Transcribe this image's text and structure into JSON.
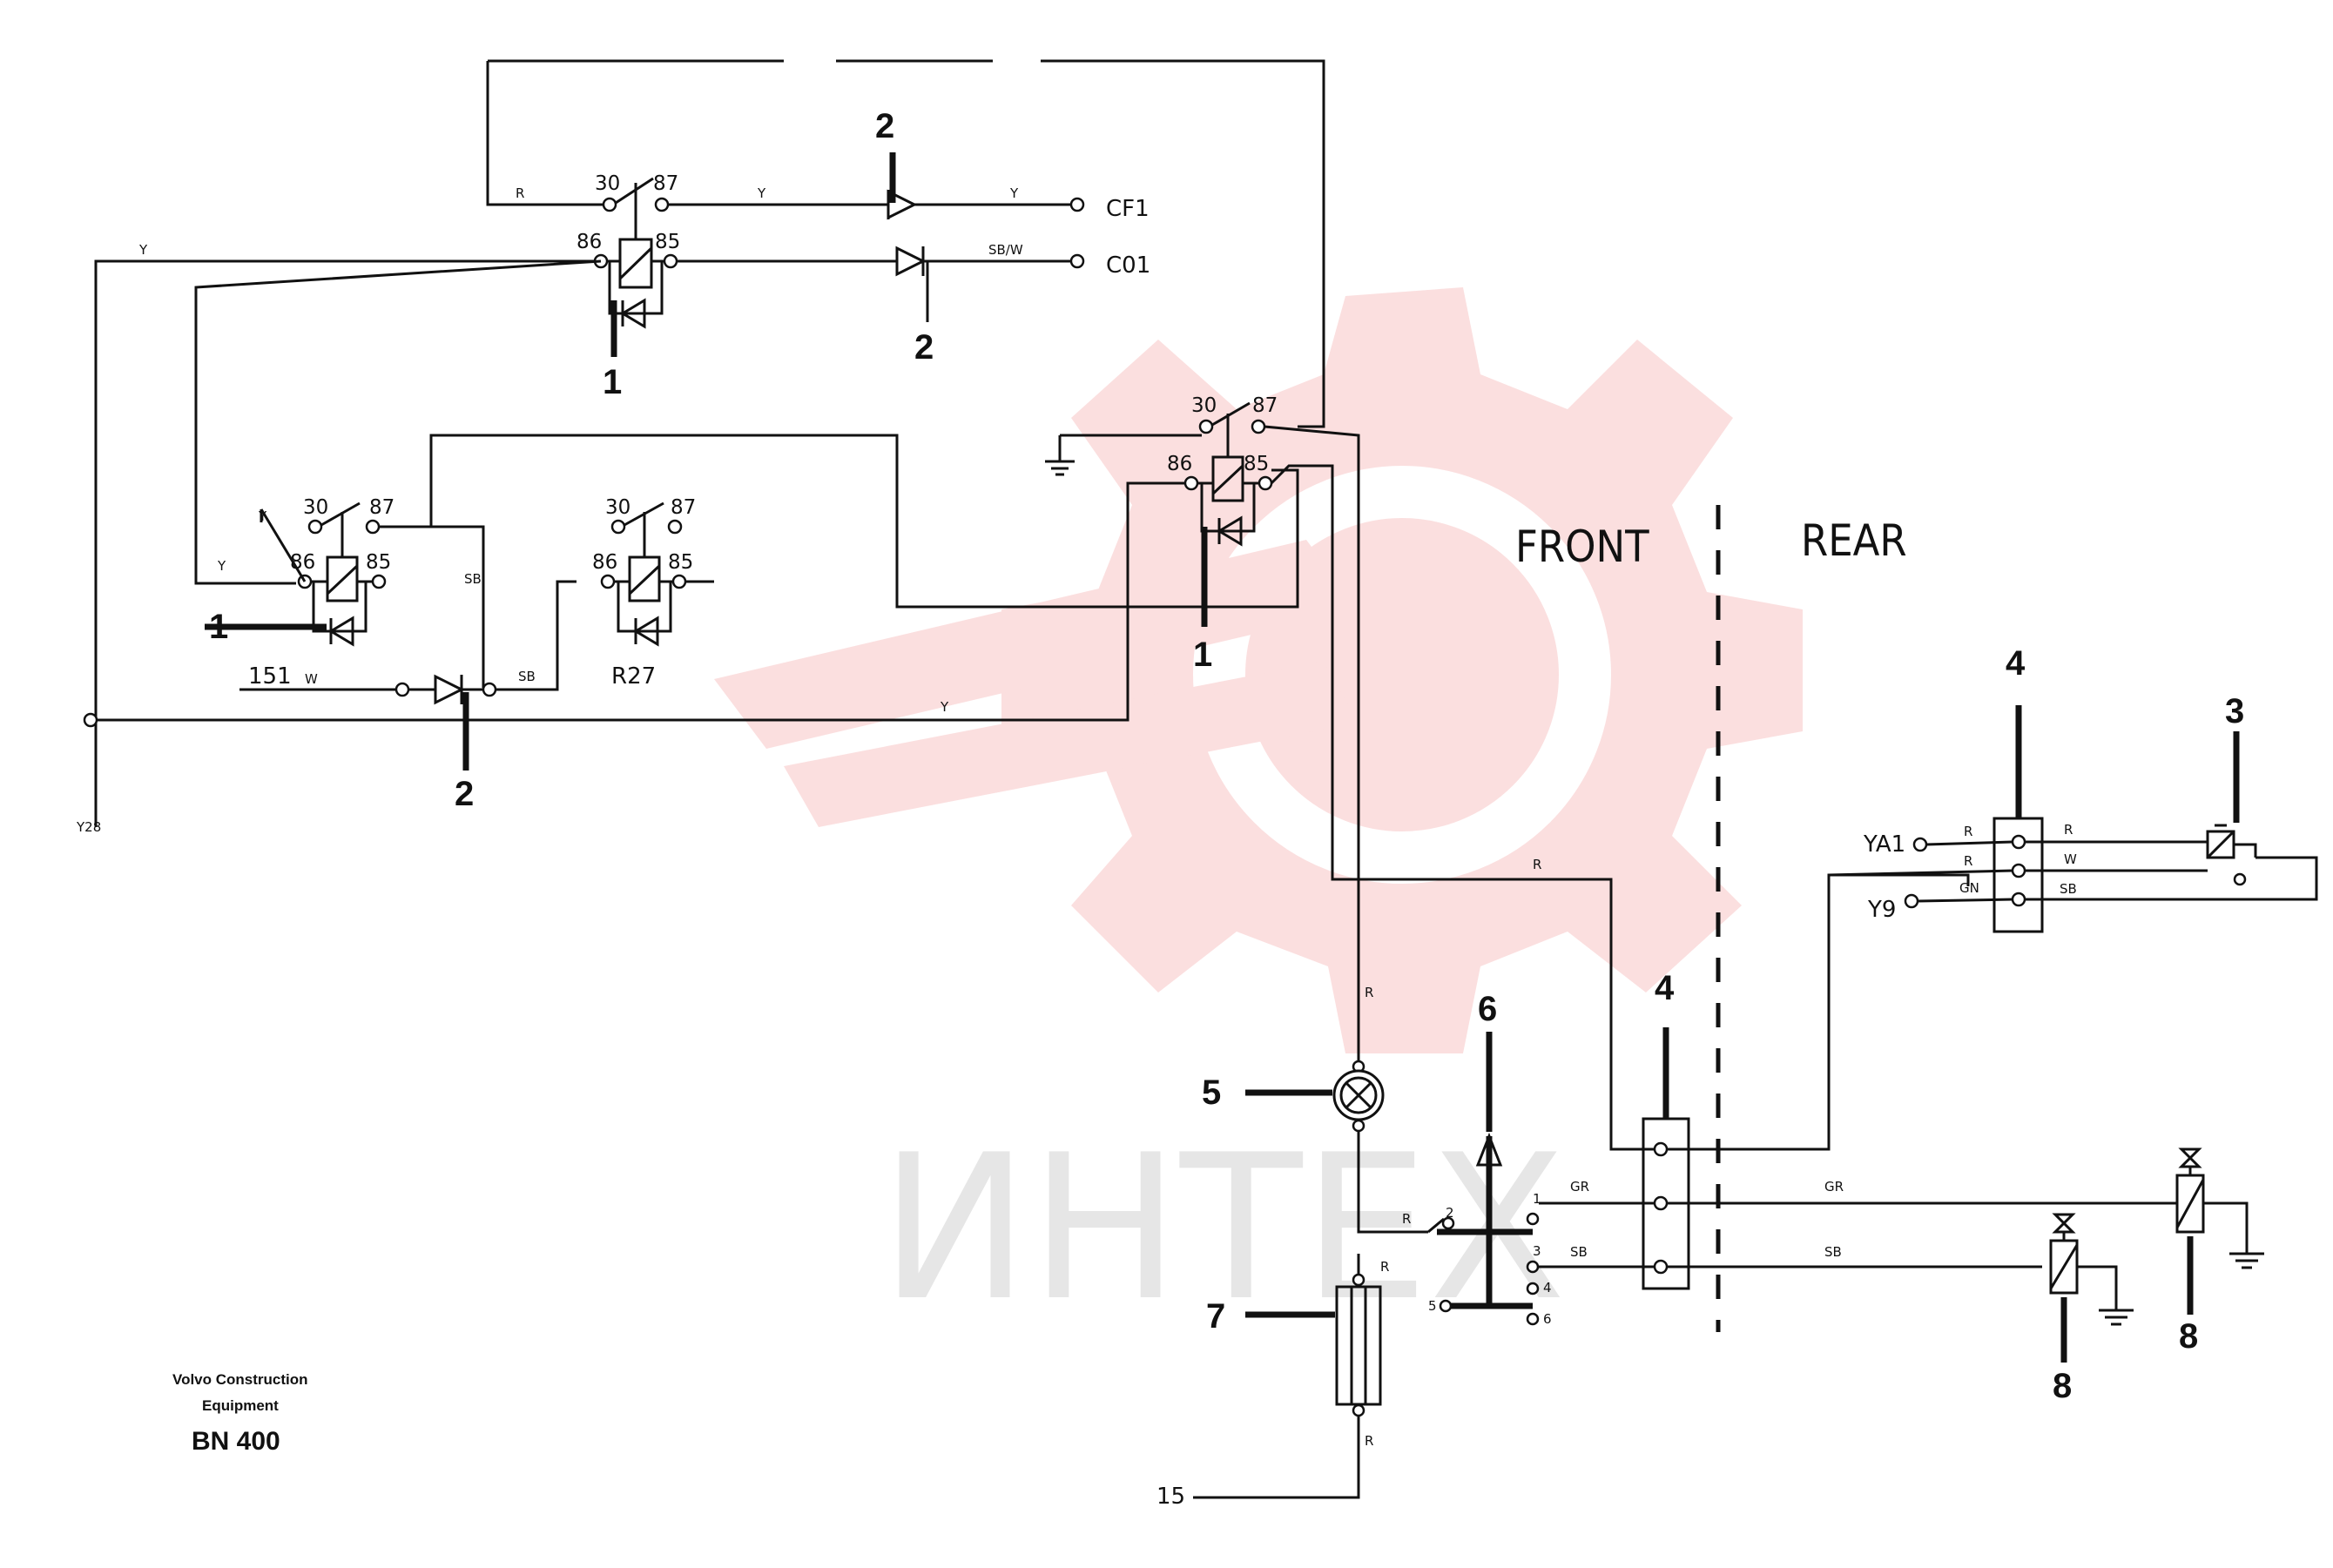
{
  "sections": {
    "front": "FRONT",
    "rear": "REAR"
  },
  "callouts": {
    "relay": "1",
    "diode": "2",
    "valve": "3",
    "connector": "4",
    "lamp": "5",
    "switch": "6",
    "resistor": "7",
    "solenoid": "8"
  },
  "relay_terminals": {
    "t30": "30",
    "t87": "87",
    "t86": "86",
    "t85": "85"
  },
  "relay_label": "R27",
  "nodes": {
    "cf1": "CF1",
    "c01": "C01",
    "y28": "Y28",
    "ya1": "YA1",
    "y9": "Y9",
    "n151": "151",
    "n15": "15"
  },
  "wire_colors": {
    "r": "R",
    "y": "Y",
    "w": "W",
    "sb": "SB",
    "sbw": "SB/W",
    "gr": "GR",
    "gn": "GN"
  },
  "switch_positions": [
    "1",
    "2",
    "3",
    "4",
    "5",
    "6"
  ],
  "footer": {
    "line1": "Volvo Construction",
    "line2": "Equipment",
    "code": "BN 400"
  },
  "watermark": {
    "text": "ИНТЕХ",
    "color": "#f7c5c5"
  }
}
